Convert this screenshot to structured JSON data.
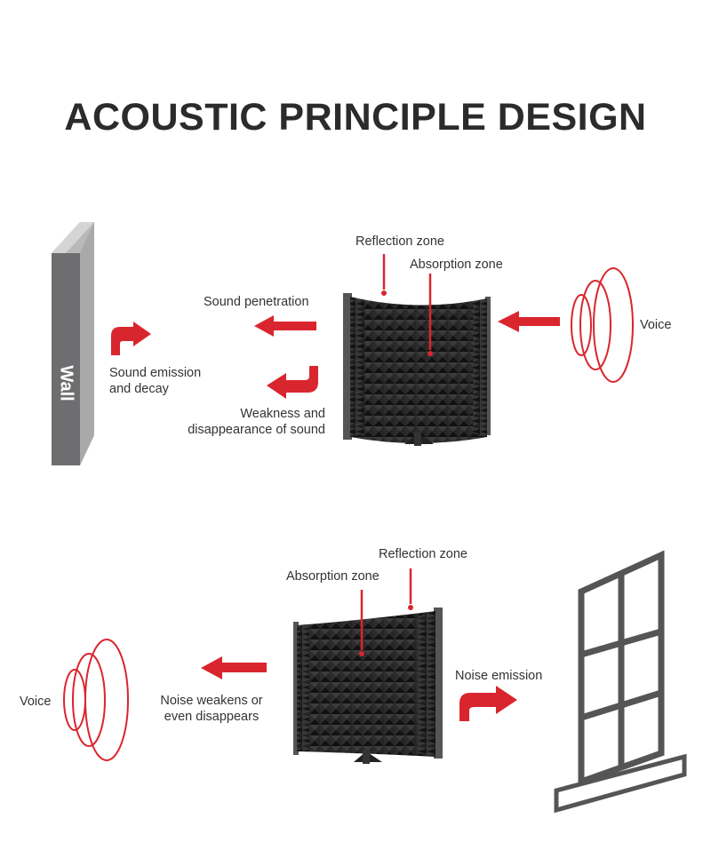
{
  "title": "ACOUSTIC PRINCIPLE DESIGN",
  "colors": {
    "arrow": "#d9262e",
    "panel": "#2a2a2a",
    "wall_front": "#6f6f70",
    "wall_side": "#b8b8b8",
    "frame": "#555555"
  },
  "top_panel": {
    "wall": "Wall",
    "reflection_zone": "Reflection zone",
    "absorption_zone": "Absorption zone",
    "sound_penetration": "Sound penetration",
    "sound_emission_l1": "Sound emission",
    "sound_emission_l2": "and decay",
    "weakness_l1": "Weakness and",
    "weakness_l2": "disappearance of sound",
    "voice": "Voice"
  },
  "bottom_panel": {
    "reflection_zone": "Reflection zone",
    "absorption_zone": "Absorption zone",
    "noise_weakens_l1": "Noise weakens or",
    "noise_weakens_l2": "even disappears",
    "noise_emission": "Noise emission",
    "voice": "Voice"
  }
}
